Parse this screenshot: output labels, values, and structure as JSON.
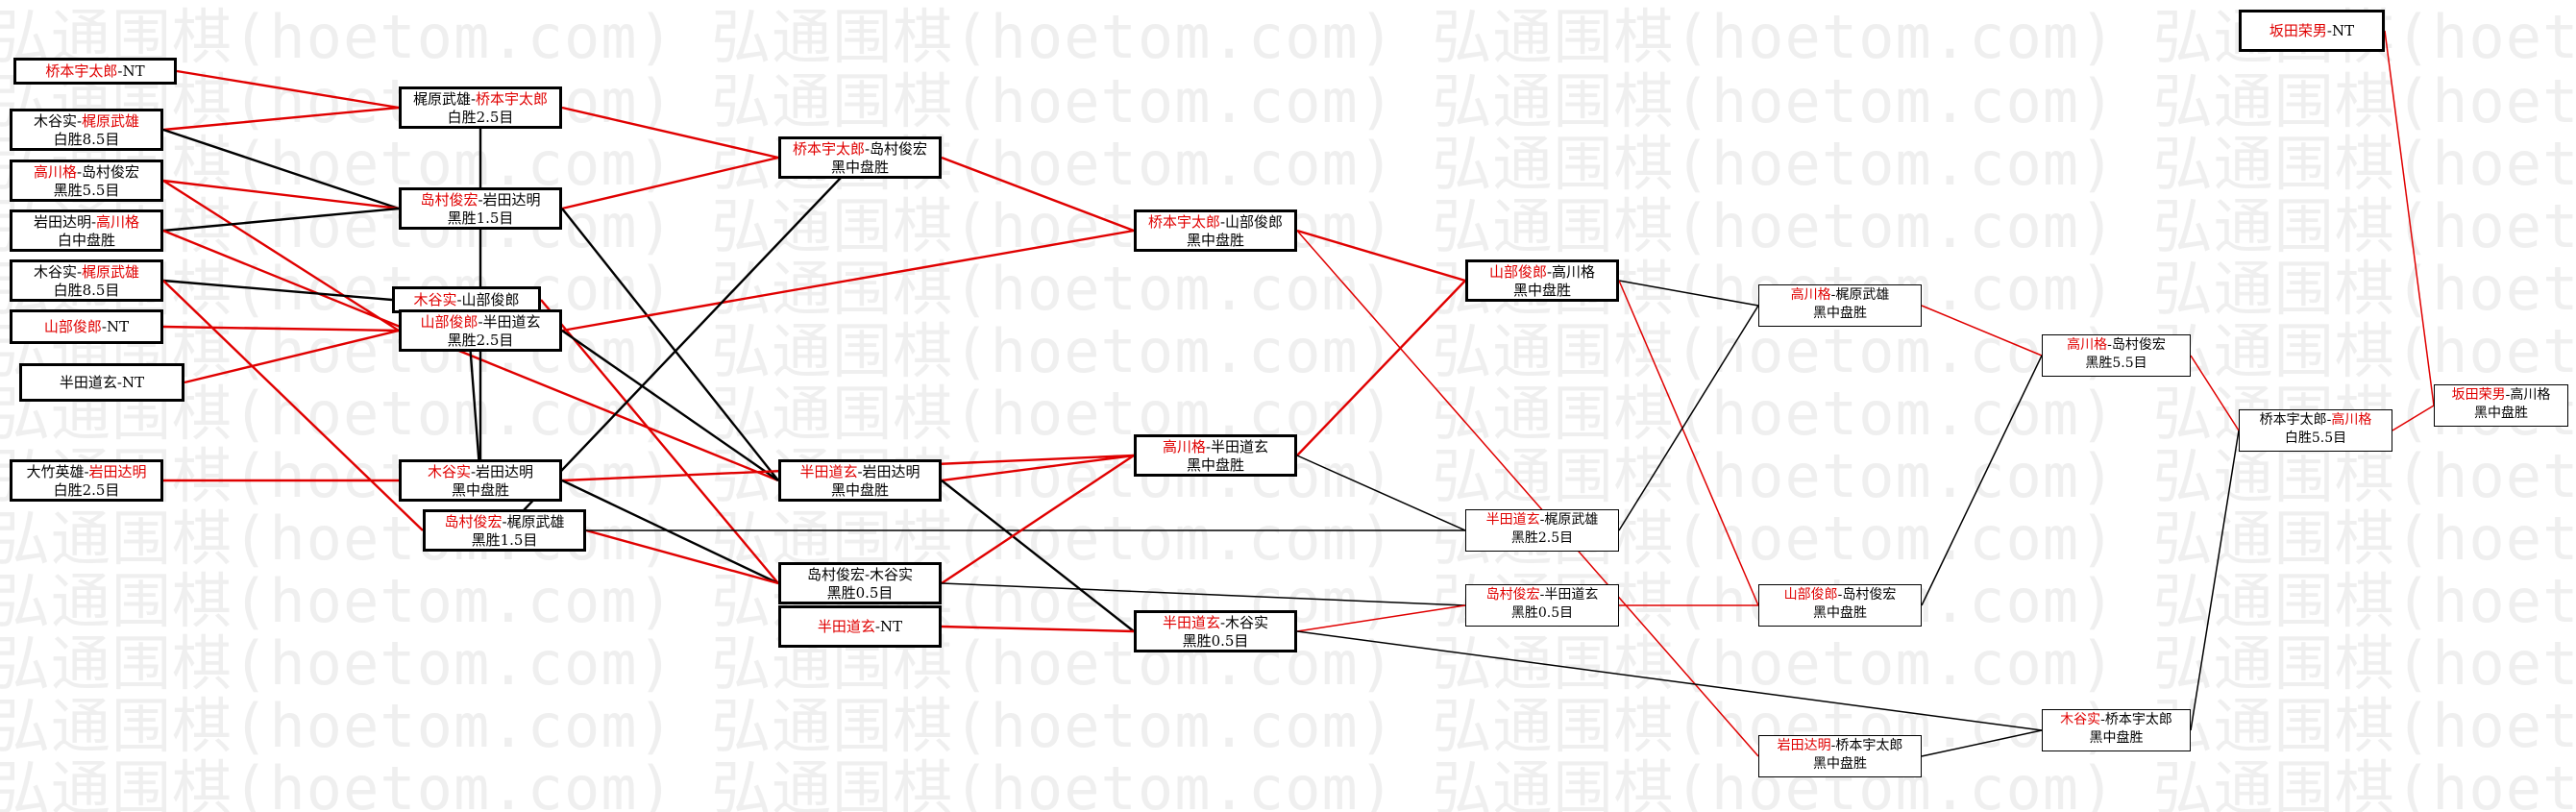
{
  "watermark": "弘通围棋(hoetom.com)",
  "colors": {
    "win_line": "#e00000",
    "loss_line": "#000000",
    "winner_text": "#e00000"
  },
  "matches": [
    {
      "id": "m1",
      "p1": "桥本宇太郎",
      "p2": "NT",
      "winner": 1,
      "result": ""
    },
    {
      "id": "m2",
      "p1": "木谷实",
      "p2": "梶原武雄",
      "winner": 2,
      "result": "白胜8.5目"
    },
    {
      "id": "m3",
      "p1": "高川格",
      "p2": "岛村俊宏",
      "winner": 1,
      "result": "黑胜5.5目"
    },
    {
      "id": "m4",
      "p1": "岩田达明",
      "p2": "高川格",
      "winner": 2,
      "result": "白中盘胜"
    },
    {
      "id": "m5",
      "p1": "木谷实",
      "p2": "梶原武雄",
      "winner": 2,
      "result": "白胜8.5目"
    },
    {
      "id": "m6",
      "p1": "山部俊郎",
      "p2": "NT",
      "winner": 1,
      "result": ""
    },
    {
      "id": "m7",
      "p1": "半田道玄",
      "p2": "NT",
      "winner": 0,
      "result": ""
    },
    {
      "id": "m8",
      "p1": "大竹英雄",
      "p2": "岩田达明",
      "winner": 2,
      "result": "白胜2.5目"
    },
    {
      "id": "m9",
      "p1": "梶原武雄",
      "p2": "桥本宇太郎",
      "winner": 2,
      "result": "白胜2.5目"
    },
    {
      "id": "m10",
      "p1": "岛村俊宏",
      "p2": "岩田达明",
      "winner": 1,
      "result": "黑胜1.5目"
    },
    {
      "id": "m11",
      "p1": "木谷实",
      "p2": "山部俊郎",
      "winner": 1,
      "result": ""
    },
    {
      "id": "m12",
      "p1": "山部俊郎",
      "p2": "半田道玄",
      "winner": 1,
      "result": "黑胜2.5目"
    },
    {
      "id": "m13",
      "p1": "木谷实",
      "p2": "岩田达明",
      "winner": 1,
      "result": "黑中盘胜"
    },
    {
      "id": "m14",
      "p1": "岛村俊宏",
      "p2": "梶原武雄",
      "winner": 1,
      "result": "黑胜1.5目"
    },
    {
      "id": "m15",
      "p1": "桥本宇太郎",
      "p2": "岛村俊宏",
      "winner": 1,
      "result": "黑中盘胜"
    },
    {
      "id": "m16",
      "p1": "半田道玄",
      "p2": "岩田达明",
      "winner": 1,
      "result": "黑中盘胜"
    },
    {
      "id": "m17",
      "p1": "岛村俊宏",
      "p2": "木谷实",
      "winner": 0,
      "result": "黑胜0.5目"
    },
    {
      "id": "m18",
      "p1": "半田道玄",
      "p2": "NT",
      "winner": 1,
      "result": ""
    },
    {
      "id": "m19",
      "p1": "桥本宇太郎",
      "p2": "山部俊郎",
      "winner": 1,
      "result": "黑中盘胜"
    },
    {
      "id": "m20",
      "p1": "高川格",
      "p2": "半田道玄",
      "winner": 1,
      "result": "黑中盘胜"
    },
    {
      "id": "m21",
      "p1": "半田道玄",
      "p2": "木谷实",
      "winner": 1,
      "result": "黑胜0.5目"
    },
    {
      "id": "m22",
      "p1": "山部俊郎",
      "p2": "高川格",
      "winner": 1,
      "result": "黑中盘胜"
    },
    {
      "id": "m23",
      "p1": "半田道玄",
      "p2": "梶原武雄",
      "winner": 1,
      "result": "黑胜2.5目"
    },
    {
      "id": "m24",
      "p1": "岛村俊宏",
      "p2": "半田道玄",
      "winner": 1,
      "result": "黑胜0.5目"
    },
    {
      "id": "m25",
      "p1": "高川格",
      "p2": "梶原武雄",
      "winner": 1,
      "result": "黑中盘胜"
    },
    {
      "id": "m26",
      "p1": "山部俊郎",
      "p2": "岛村俊宏",
      "winner": 1,
      "result": "黑中盘胜"
    },
    {
      "id": "m27",
      "p1": "岩田达明",
      "p2": "桥本宇太郎",
      "winner": 1,
      "result": "黑中盘胜"
    },
    {
      "id": "m28",
      "p1": "高川格",
      "p2": "岛村俊宏",
      "winner": 1,
      "result": "黑胜5.5目"
    },
    {
      "id": "m29",
      "p1": "木谷实",
      "p2": "桥本宇太郎",
      "winner": 1,
      "result": "黑中盘胜"
    },
    {
      "id": "m30",
      "p1": "桥本宇太郎",
      "p2": "高川格",
      "winner": 2,
      "result": "白胜5.5目"
    },
    {
      "id": "m31",
      "p1": "坂田荣男",
      "p2": "NT",
      "winner": 1,
      "result": ""
    },
    {
      "id": "m32",
      "p1": "坂田荣男",
      "p2": "高川格",
      "winner": 1,
      "result": "黑中盘胜"
    }
  ]
}
